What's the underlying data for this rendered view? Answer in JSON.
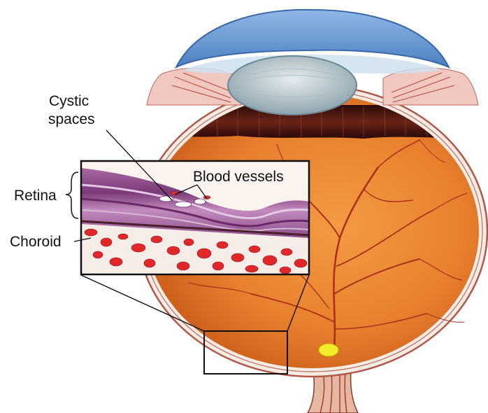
{
  "labels": {
    "cystic_line1": "Cystic",
    "cystic_line2": "spaces",
    "blood_vessels": "Blood vessels",
    "retina": "Retina",
    "choroid": "Choroid"
  },
  "colors": {
    "cornea": "#6b9fd8",
    "lens": "#b9c8cf",
    "iris": "#5a1c14",
    "fundus": "#e8802e",
    "sclera": "#f3ece4",
    "optic_disc": "#f2ec2a",
    "retina_layer": "#9b5a96",
    "choroid_vessel": "#e0282a",
    "text": "#111111"
  }
}
